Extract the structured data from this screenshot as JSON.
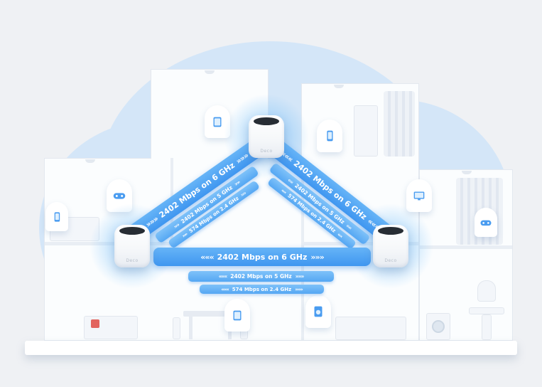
{
  "colors": {
    "band_blue": "#3f96f0",
    "band_light_blue": "#66b4f7",
    "cloud_blue": "#d4e6f8",
    "icon_blue": "#4a9cf0",
    "accent_red": "#e2645f",
    "deco_top_disc": "#272d34"
  },
  "deco_units": {
    "top": {
      "label": "Deco"
    },
    "left": {
      "label": "Deco"
    },
    "right": {
      "label": "Deco"
    }
  },
  "links": {
    "left_diagonal": {
      "main": {
        "start": "»»»",
        "label": "2402 Mbps on 6 GHz",
        "end": "»»»"
      },
      "sub_5ghz": {
        "start": "»»",
        "label": "2402 Mbps on 5 GHz",
        "end": "»»"
      },
      "sub_24ghz": {
        "start": "»»",
        "label": "574 Mbps on 2.4 GHz",
        "end": "»»"
      }
    },
    "right_diagonal": {
      "main": {
        "start": "«««",
        "label": "2402 Mbps on 6 GHz",
        "end": "«««"
      },
      "sub_5ghz": {
        "start": "««",
        "label": "2402 Mbps on 5 GHz",
        "end": "««"
      },
      "sub_24ghz": {
        "start": "««",
        "label": "574 Mbps on 2.4 GHz",
        "end": "««"
      }
    },
    "bottom": {
      "main": {
        "start": "«««",
        "label": "2402 Mbps on 6 GHz",
        "end": "»»»"
      },
      "sub_5ghz": {
        "start": "«««",
        "label": "2402 Mbps on 5 GHz",
        "end": "»»»"
      },
      "sub_24ghz": {
        "start": "«««",
        "label": "574 Mbps on 2.4 GHz",
        "end": "»»»"
      }
    }
  },
  "icon_names": [
    "tablet-icon",
    "phone-icon",
    "game-controller-icon",
    "tv-icon",
    "washing-machine-icon"
  ]
}
